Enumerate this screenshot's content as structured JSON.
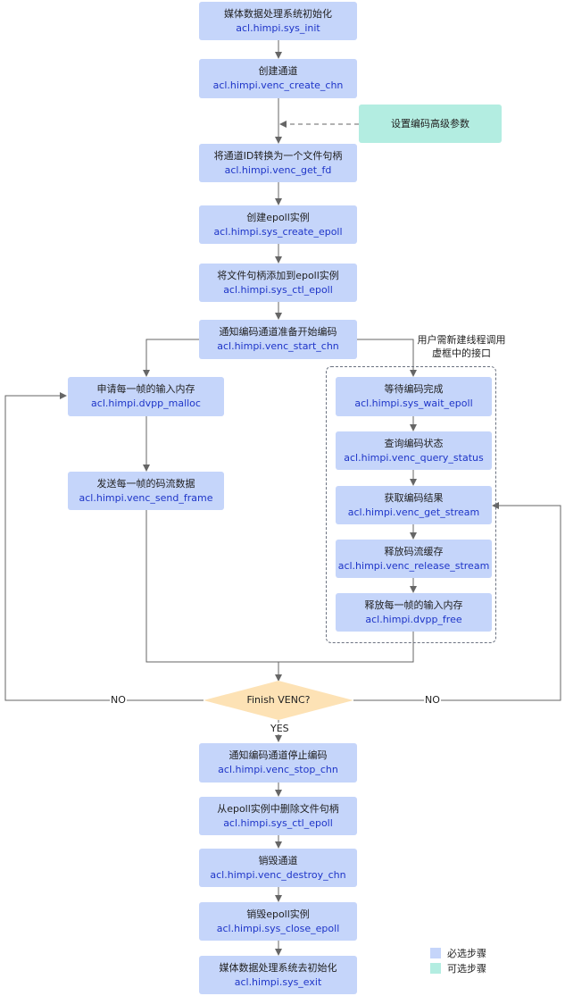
{
  "steps": {
    "sys_init": {
      "cn": "媒体数据处理系统初始化",
      "api": "acl.himpi.sys_init"
    },
    "create_chn": {
      "cn": "创建通道",
      "api": "acl.himpi.venc_create_chn"
    },
    "advanced": {
      "cn": "设置编码高级参数"
    },
    "get_fd": {
      "cn": "将通道ID转换为一个文件句柄",
      "api": "acl.himpi.venc_get_fd"
    },
    "create_epoll": {
      "cn": "创建epoll实例",
      "api": "acl.himpi.sys_create_epoll"
    },
    "ctl_epoll_add": {
      "cn": "将文件句柄添加到epoll实例",
      "api": "acl.himpi.sys_ctl_epoll"
    },
    "start_chn": {
      "cn": "通知编码通道准备开始编码",
      "api": "acl.himpi.venc_start_chn"
    },
    "malloc": {
      "cn": "申请每一帧的输入内存",
      "api": "acl.himpi.dvpp_malloc"
    },
    "send_frame": {
      "cn": "发送每一帧的码流数据",
      "api": "acl.himpi.venc_send_frame"
    },
    "wait_epoll": {
      "cn": "等待编码完成",
      "api": "acl.himpi.sys_wait_epoll"
    },
    "query_status": {
      "cn": "查询编码状态",
      "api": "acl.himpi.venc_query_status"
    },
    "get_stream": {
      "cn": "获取编码结果",
      "api": "acl.himpi.venc_get_stream"
    },
    "release_stream": {
      "cn": "释放码流缓存",
      "api": "acl.himpi.venc_release_stream"
    },
    "dvpp_free": {
      "cn": "释放每一帧的输入内存",
      "api": "acl.himpi.dvpp_free"
    },
    "stop_chn": {
      "cn": "通知编码通道停止编码",
      "api": "acl.himpi.venc_stop_chn"
    },
    "ctl_epoll_del": {
      "cn": "从epoll实例中删除文件句柄",
      "api": "acl.himpi.sys_ctl_epoll"
    },
    "destroy_chn": {
      "cn": "销毁通道",
      "api": "acl.himpi.venc_destroy_chn"
    },
    "close_epoll": {
      "cn": "销毁epoll实例",
      "api": "acl.himpi.sys_close_epoll"
    },
    "sys_exit": {
      "cn": "媒体数据处理系统去初始化",
      "api": "acl.himpi.sys_exit"
    }
  },
  "decision": {
    "label": "Finish VENC?",
    "no_left": "NO",
    "no_right": "NO",
    "yes": "YES"
  },
  "thread_note": {
    "line1": "用户需新建线程调用",
    "line2": "虚框中的接口"
  },
  "legend": {
    "required": {
      "label": "必选步骤",
      "color": "#c5d5fa"
    },
    "optional": {
      "label": "可选步骤",
      "color": "#b3ede1"
    }
  },
  "colors": {
    "line": "#666666",
    "dash_frame": "#6b7280",
    "decision_fill": "#fde2b5",
    "api_text": "#1e35c8"
  }
}
